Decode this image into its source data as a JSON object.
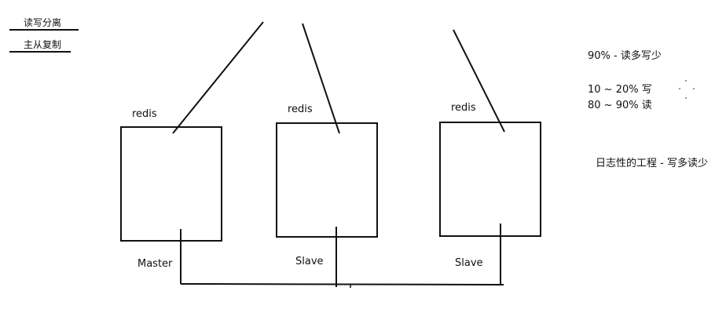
{
  "labels": {
    "read_write_split": "读写分离",
    "master_slave_replication": "主从复制",
    "node1_name": "redis",
    "node2_name": "redis",
    "node3_name": "redis",
    "node1_role": "Master",
    "node2_role": "Slave",
    "node3_role": "Slave"
  },
  "notes": {
    "read_heavy": "90% - 读多写少",
    "write_ratio": "10 ~ 20% 写",
    "read_ratio": "80 ~ 90% 读",
    "log_system": "日志性的工程 - 写多读少"
  },
  "colors": {
    "ink": "#111111",
    "background": "#ffffff"
  }
}
